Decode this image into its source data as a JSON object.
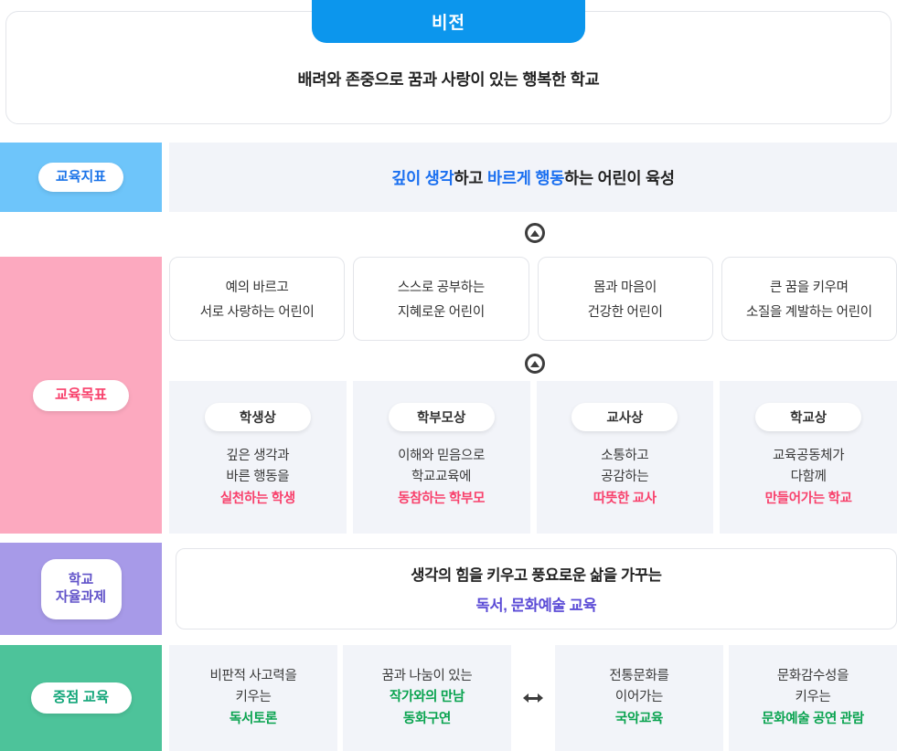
{
  "vision": {
    "badge_label": "비전",
    "statement": "배려와 존중으로 꿈과 사랑이 있는 행복한 학교"
  },
  "indicator": {
    "side_label": "교육지표",
    "text_parts": {
      "p1": "깊이 생각",
      "p2": "하고 ",
      "p3": "바르게 행동",
      "p4": "하는 어린이 육성"
    }
  },
  "goal": {
    "side_label": "교육목표",
    "top_cards": [
      {
        "line1": "예의 바르고",
        "line2": "서로 사랑하는 어린이"
      },
      {
        "line1": "스스로 공부하는",
        "line2": "지혜로운 어린이"
      },
      {
        "line1": "몸과 마음이",
        "line2": "건강한 어린이"
      },
      {
        "line1": "큰 꿈을 키우며",
        "line2": "소질을 계발하는 어린이"
      }
    ],
    "bottom_cards": [
      {
        "pill": "학생상",
        "line1": "깊은 생각과",
        "line2": "바른 행동을",
        "line3": "실천하는 학생"
      },
      {
        "pill": "학부모상",
        "line1": "이해와 믿음으로",
        "line2": "학교교육에",
        "line3": "동참하는 학부모"
      },
      {
        "pill": "교사상",
        "line1": "소통하고",
        "line2": "공감하는",
        "line3": "따뜻한 교사"
      },
      {
        "pill": "학교상",
        "line1": "교육공동체가",
        "line2": "다함께",
        "line3": "만들어가는 학교"
      }
    ]
  },
  "task": {
    "side_label_line1": "학교",
    "side_label_line2": "자율과제",
    "line1": "생각의 힘을 키우고 풍요로운 삶을 가꾸는",
    "line2": "독서, 문화예술 교육"
  },
  "focus": {
    "side_label": "중점 교육",
    "cards": [
      {
        "line1": "비판적 사고력을",
        "line2": "키우는",
        "line3": "독서토론",
        "line4": ""
      },
      {
        "line1": "꿈과 나눔이 있는",
        "line2": "",
        "line3": "작가와의 만남",
        "line4": "동화구연"
      },
      {
        "line1": "전통문화를",
        "line2": "이어가는",
        "line3": "국악교육",
        "line4": ""
      },
      {
        "line1": "문화감수성을",
        "line2": "키우는",
        "line3": "문화예술 공연 관람",
        "line4": ""
      }
    ],
    "separator_icon": "double-arrow-horizontal-icon"
  },
  "connectors": {
    "arrow_icon": "circle-triangle-arrow-icon"
  },
  "colors": {
    "vision_badge": "#0c96ed",
    "indicator_band": "#6ec5fa",
    "indicator_accent": "#1a6ff0",
    "goal_band": "#fca9bf",
    "goal_accent": "#f8416c",
    "task_band": "#a79ae8",
    "task_accent": "#5b4bd6",
    "focus_band": "#4dc39a",
    "focus_accent": "#09a34f",
    "panel_bg": "#f2f4f9"
  }
}
